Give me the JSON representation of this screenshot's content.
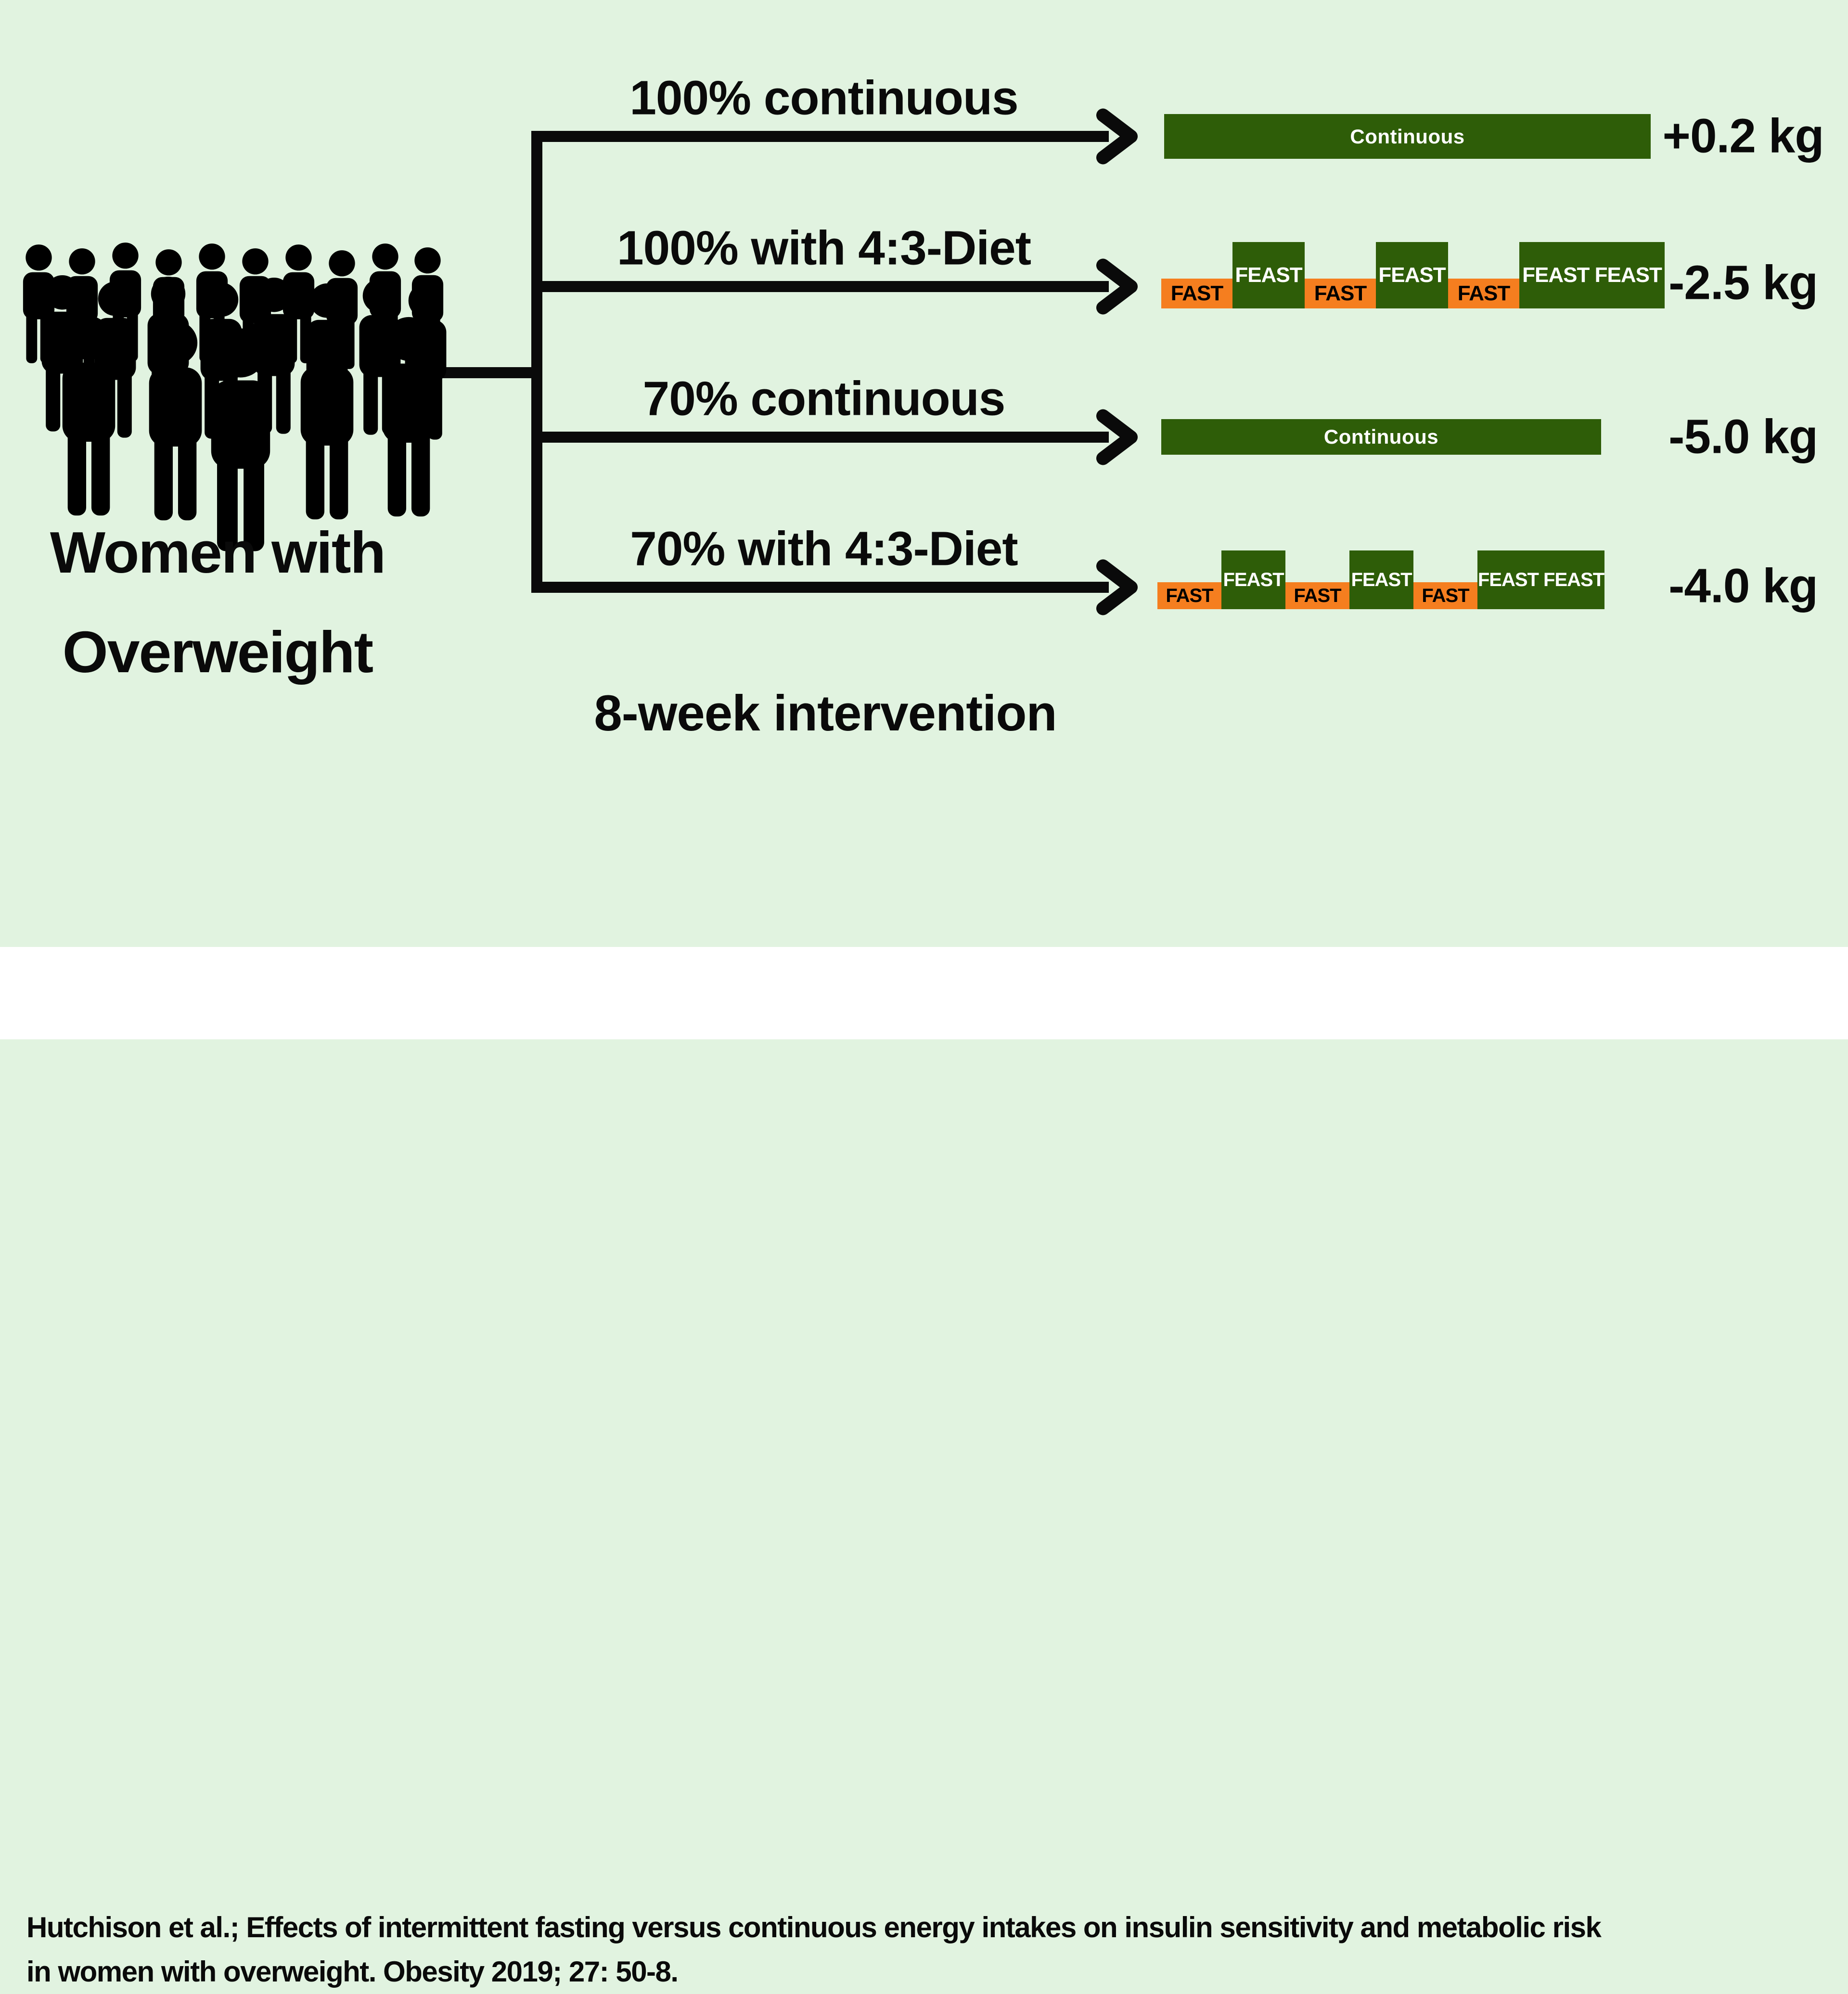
{
  "title": {
    "line1": "Women with",
    "line2": "Overweight"
  },
  "caption": "8-week intervention",
  "branches": [
    {
      "label": "100% continuous",
      "outcome": "+0.2 kg",
      "bar_label": "Continuous"
    },
    {
      "label": "100% with 4:3-Diet",
      "outcome": "-2.5 kg",
      "blocks": [
        "FAST",
        "FEAST",
        "FAST",
        "FEAST",
        "FAST",
        "FEAST FEAST"
      ]
    },
    {
      "label": "70% continuous",
      "outcome": "-5.0 kg",
      "bar_label": "Continuous"
    },
    {
      "label": "70% with 4:3-Diet",
      "outcome": "-4.0 kg",
      "blocks": [
        "FAST",
        "FEAST",
        "FAST",
        "FEAST",
        "FAST",
        "FEAST FEAST"
      ]
    }
  ],
  "citation": {
    "line1": "Hutchison et al.; Effects of intermittent fasting versus continuous energy intakes on insulin sensitivity and metabolic risk",
    "line2": "in women with overweight. Obesity 2019; 27: 50-8."
  },
  "colors": {
    "background": "#E1F3E0",
    "footer_background": "#FFFFFF",
    "green": "#2E5D08",
    "orange": "#F57E1F",
    "line_black": "#0A0A0A",
    "text_white": "#FFFFFF"
  },
  "icons": {
    "crowd": "crowd-of-people-pictograms",
    "arrows": "right-arrow"
  }
}
